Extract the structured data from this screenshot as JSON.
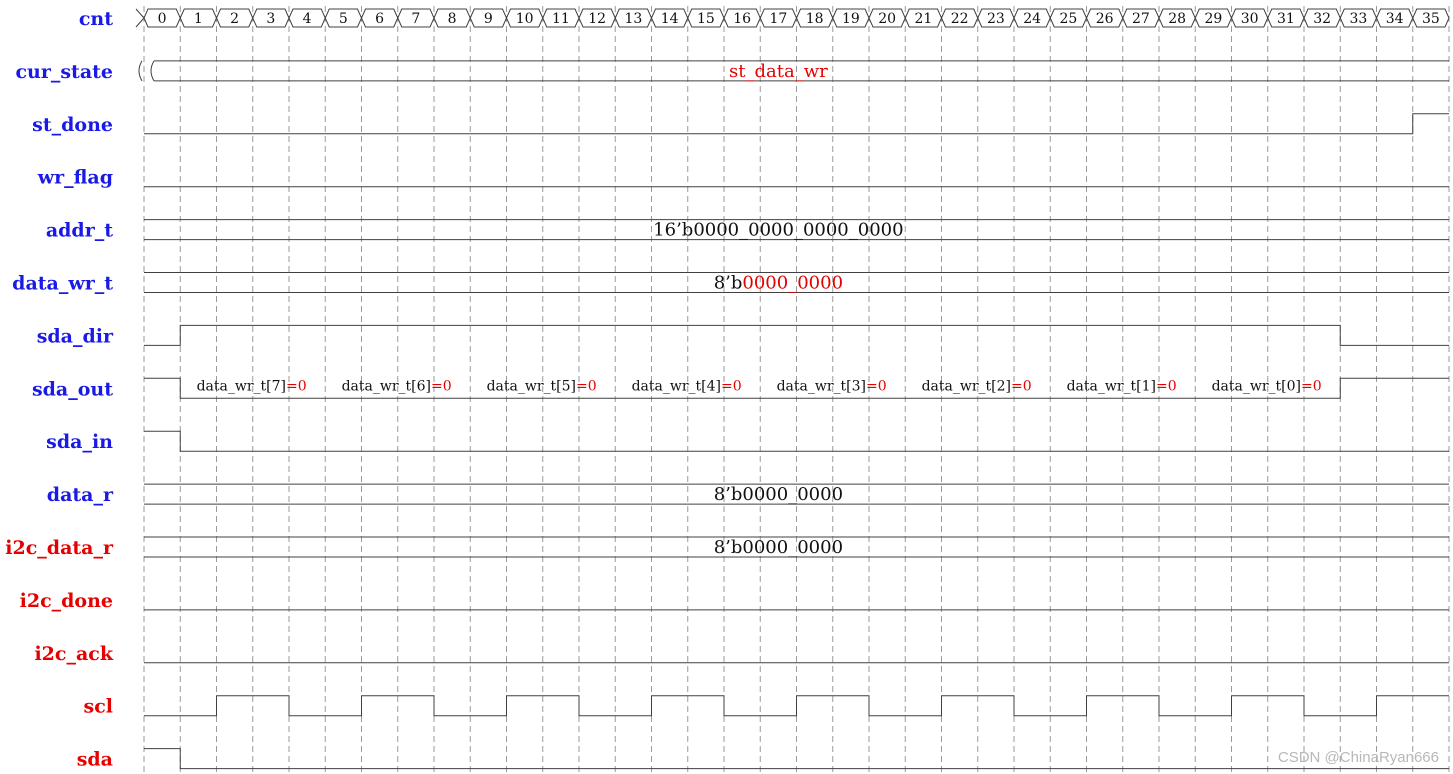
{
  "colors": {
    "label_blue": "#1a1ae6",
    "label_red": "#e60000",
    "wave": "#404040",
    "grid": "#9a9a9a",
    "text_dark": "#111111",
    "text_red": "#e60000",
    "watermark": "#b8b8b8"
  },
  "cnt": {
    "values": [
      "0",
      "1",
      "2",
      "3",
      "4",
      "5",
      "6",
      "7",
      "8",
      "9",
      "10",
      "11",
      "12",
      "13",
      "14",
      "15",
      "16",
      "17",
      "18",
      "19",
      "20",
      "21",
      "22",
      "23",
      "24",
      "25",
      "26",
      "27",
      "28",
      "29",
      "30",
      "31",
      "32",
      "33",
      "34",
      "35"
    ]
  },
  "signals": [
    {
      "id": "cnt",
      "label": "cnt",
      "color": "blue",
      "type": "counter"
    },
    {
      "id": "cur_state",
      "label": "cur_state",
      "color": "blue",
      "type": "bus",
      "value": [
        {
          "text": "st_data_wr",
          "color": "red"
        }
      ]
    },
    {
      "id": "st_done",
      "label": "st_done",
      "color": "blue",
      "type": "digital",
      "levels": [
        0,
        0,
        0,
        0,
        0,
        0,
        0,
        0,
        0,
        0,
        0,
        0,
        0,
        0,
        0,
        0,
        0,
        0,
        0,
        0,
        0,
        0,
        0,
        0,
        0,
        0,
        0,
        0,
        0,
        0,
        0,
        0,
        0,
        0,
        0,
        1
      ]
    },
    {
      "id": "wr_flag",
      "label": "wr_flag",
      "color": "blue",
      "type": "digital",
      "levels": [
        0,
        0,
        0,
        0,
        0,
        0,
        0,
        0,
        0,
        0,
        0,
        0,
        0,
        0,
        0,
        0,
        0,
        0,
        0,
        0,
        0,
        0,
        0,
        0,
        0,
        0,
        0,
        0,
        0,
        0,
        0,
        0,
        0,
        0,
        0,
        0
      ]
    },
    {
      "id": "addr_t",
      "label": "addr_t",
      "color": "blue",
      "type": "bus",
      "value": [
        {
          "text": "16’b0000_0000_0000_0000",
          "color": "dark"
        }
      ]
    },
    {
      "id": "data_wr_t",
      "label": "data_wr_t",
      "color": "blue",
      "type": "bus",
      "value": [
        {
          "text": "8’b",
          "color": "dark"
        },
        {
          "text": "0000_0000",
          "color": "red"
        }
      ]
    },
    {
      "id": "sda_dir",
      "label": "sda_dir",
      "color": "blue",
      "type": "digital",
      "levels": [
        0,
        1,
        1,
        1,
        1,
        1,
        1,
        1,
        1,
        1,
        1,
        1,
        1,
        1,
        1,
        1,
        1,
        1,
        1,
        1,
        1,
        1,
        1,
        1,
        1,
        1,
        1,
        1,
        1,
        1,
        1,
        1,
        1,
        0,
        0,
        0
      ]
    },
    {
      "id": "sda_out",
      "label": "sda_out",
      "color": "blue",
      "type": "digital",
      "levels": [
        1,
        0,
        0,
        0,
        0,
        0,
        0,
        0,
        0,
        0,
        0,
        0,
        0,
        0,
        0,
        0,
        0,
        0,
        0,
        0,
        0,
        0,
        0,
        0,
        0,
        0,
        0,
        0,
        0,
        0,
        0,
        0,
        0,
        1,
        1,
        1
      ],
      "bits": [
        {
          "name": "data_wr_t[7]",
          "val": "=0",
          "cycle": 1
        },
        {
          "name": "data_wr_t[6]",
          "val": "=0",
          "cycle": 5
        },
        {
          "name": "data_wr_t[5]",
          "val": "=0",
          "cycle": 9
        },
        {
          "name": "data_wr_t[4]",
          "val": "=0",
          "cycle": 13
        },
        {
          "name": "data_wr_t[3]",
          "val": "=0",
          "cycle": 17
        },
        {
          "name": "data_wr_t[2]",
          "val": "=0",
          "cycle": 21
        },
        {
          "name": "data_wr_t[1]",
          "val": "=0",
          "cycle": 25
        },
        {
          "name": "data_wr_t[0]",
          "val": "=0",
          "cycle": 29
        }
      ]
    },
    {
      "id": "sda_in",
      "label": "sda_in",
      "color": "blue",
      "type": "digital",
      "levels": [
        1,
        0,
        0,
        0,
        0,
        0,
        0,
        0,
        0,
        0,
        0,
        0,
        0,
        0,
        0,
        0,
        0,
        0,
        0,
        0,
        0,
        0,
        0,
        0,
        0,
        0,
        0,
        0,
        0,
        0,
        0,
        0,
        0,
        0,
        0,
        0
      ]
    },
    {
      "id": "data_r",
      "label": "data_r",
      "color": "blue",
      "type": "bus",
      "value": [
        {
          "text": "8’b0000_0000",
          "color": "dark"
        }
      ]
    },
    {
      "id": "i2c_data_r",
      "label": "i2c_data_r",
      "color": "red",
      "type": "bus",
      "value": [
        {
          "text": "8’b0000_0000",
          "color": "dark"
        }
      ]
    },
    {
      "id": "i2c_done",
      "label": "i2c_done",
      "color": "red",
      "type": "digital",
      "levels": [
        0,
        0,
        0,
        0,
        0,
        0,
        0,
        0,
        0,
        0,
        0,
        0,
        0,
        0,
        0,
        0,
        0,
        0,
        0,
        0,
        0,
        0,
        0,
        0,
        0,
        0,
        0,
        0,
        0,
        0,
        0,
        0,
        0,
        0,
        0,
        0
      ]
    },
    {
      "id": "i2c_ack",
      "label": "i2c_ack",
      "color": "red",
      "type": "digital",
      "levels": [
        0,
        0,
        0,
        0,
        0,
        0,
        0,
        0,
        0,
        0,
        0,
        0,
        0,
        0,
        0,
        0,
        0,
        0,
        0,
        0,
        0,
        0,
        0,
        0,
        0,
        0,
        0,
        0,
        0,
        0,
        0,
        0,
        0,
        0,
        0,
        0
      ]
    },
    {
      "id": "scl",
      "label": "scl",
      "color": "red",
      "type": "digital",
      "levels": [
        0,
        0,
        1,
        1,
        0,
        0,
        1,
        1,
        0,
        0,
        1,
        1,
        0,
        0,
        1,
        1,
        0,
        0,
        1,
        1,
        0,
        0,
        1,
        1,
        0,
        0,
        1,
        1,
        0,
        0,
        1,
        1,
        0,
        0,
        1,
        1
      ]
    },
    {
      "id": "sda",
      "label": "sda",
      "color": "red",
      "type": "digital",
      "levels": [
        1,
        0,
        0,
        0,
        0,
        0,
        0,
        0,
        0,
        0,
        0,
        0,
        0,
        0,
        0,
        0,
        0,
        0,
        0,
        0,
        0,
        0,
        0,
        0,
        0,
        0,
        0,
        0,
        0,
        0,
        0,
        0,
        0,
        0,
        0,
        0
      ]
    }
  ],
  "watermark": "CSDN @ChinaRyan666"
}
